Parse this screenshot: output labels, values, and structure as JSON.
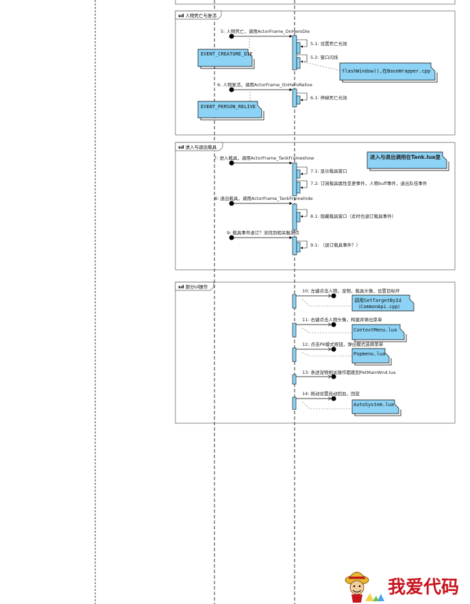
{
  "frames": [
    {
      "tag": "sd",
      "title": "人物死亡与复活",
      "messages": [
        {
          "num": "5",
          "text": "人物死亡，调用ActorFrame_OnHeroDie"
        },
        {
          "num": "5.1",
          "text": "设置死亡光效"
        },
        {
          "num": "5.2",
          "text": "窗口闪烁"
        },
        {
          "num": "6",
          "text": "人物复活，调用ActorFrame_OnHeroRelive"
        },
        {
          "num": "6.1",
          "text": "停掉死亡光效"
        }
      ],
      "notes": [
        "EVENT_CREATURE_DIE",
        "flashWindow(),在BaseWrapper.cpp",
        "EVENT_PERSON_RELIVE"
      ]
    },
    {
      "tag": "sd",
      "title": "进入与退出载具",
      "messages": [
        {
          "num": "7",
          "text": "进入载具，调用ActorFrame_TankFrameshow"
        },
        {
          "num": "7.1",
          "text": "显示载具窗口"
        },
        {
          "num": "7.2",
          "text": "订阅载具属性变更事件，人物buff事件，退出队伍事件"
        },
        {
          "num": "8",
          "text": "退出载具，调用ActorFrame_TankFramehide"
        },
        {
          "num": "8.1",
          "text": "隐藏载具窗口（此时也退订载具事件）"
        },
        {
          "num": "9",
          "text": "载具事件退订？没找到相关触发点"
        },
        {
          "num": "9.1",
          "text": "（退订载具事件？）"
        }
      ],
      "notes": [
        "进入与退出调用在Tank.lua里"
      ]
    },
    {
      "tag": "sd",
      "title": "部分UI操作",
      "messages": [
        {
          "num": "10",
          "text": "左键点击人物，宠物，载具头像，设置目标环"
        },
        {
          "num": "11",
          "text": "右键点击人物头像，构建并弹出菜单"
        },
        {
          "num": "12",
          "text": "点击PK模式按钮，弹出模式选择菜单"
        },
        {
          "num": "13",
          "text": "表述宠物相关操作都跳到PetMainWnd.lua"
        },
        {
          "num": "14",
          "text": "拖动设置自动回血，回蓝"
        }
      ],
      "notes": [
        "调用SetTargetById（CommonApi.cpp）",
        "ContextMenu.lua",
        "Popmenu.lua",
        "AutoSystem.lua"
      ]
    }
  ],
  "watermark": {
    "text": "我爱代码"
  },
  "colors": {
    "note_fill": "#8dd3f5",
    "activation_fill": "#8dd3f5",
    "line": "#000000",
    "watermark": "#c8141e"
  }
}
